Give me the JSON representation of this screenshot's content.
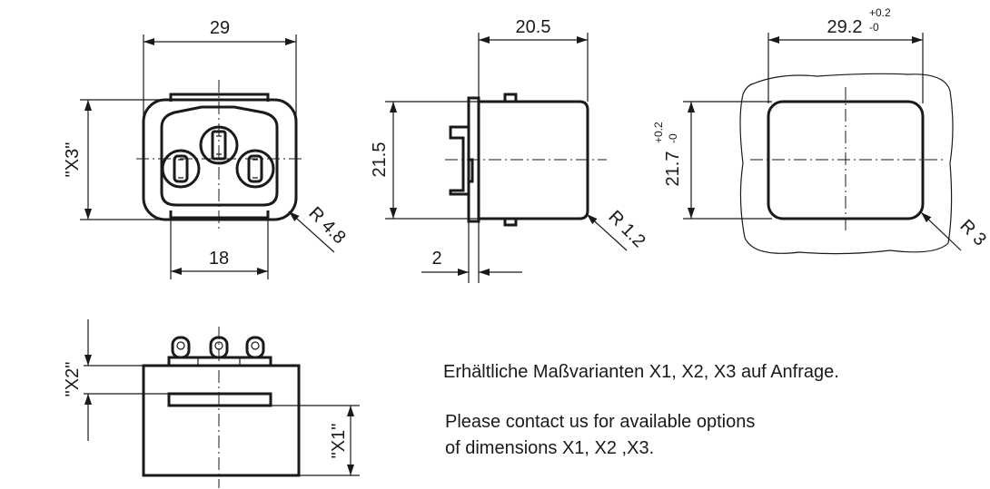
{
  "front_view": {
    "width_label": "29",
    "height_label": "\"X3\"",
    "pin_spacing_label": "18",
    "radius_label": "R 4.8"
  },
  "side_view": {
    "height_label": "21.5",
    "depth_label": "20.5",
    "pin_offset_label": "2",
    "radius_label": "R 1.2"
  },
  "cutout_view": {
    "width_label": "29.2",
    "width_tol_plus": "+0.2",
    "width_tol_minus": "-0",
    "height_label": "21.7",
    "height_tol_plus": "+0.2",
    "height_tol_minus": "-0",
    "radius_label": "R 3"
  },
  "bottom_view": {
    "x2_label": "\"X2\"",
    "x1_label": "\"X1\""
  },
  "notes": {
    "german": "Erhältliche Maßvarianten X1, X2, X3 auf Anfrage.",
    "english_line1": "Please contact us for available options",
    "english_line2": "of dimensions X1, X2 ,X3."
  }
}
